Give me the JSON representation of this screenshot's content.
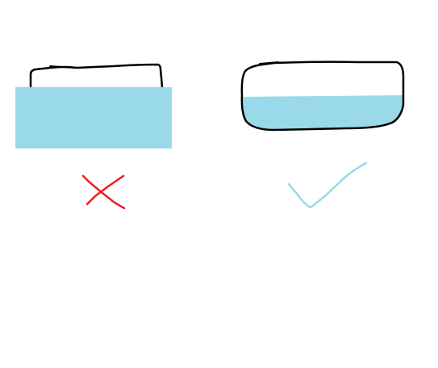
{
  "colors": {
    "background": "#ffffff",
    "outline": "#000000",
    "fill": "#99d9ea",
    "wrong_mark": "#ed1c24",
    "right_mark": "#99d9ea"
  },
  "panels": [
    {
      "name": "incorrect-example",
      "verdict": "wrong",
      "mark_icon": "cross-icon"
    },
    {
      "name": "correct-example",
      "verdict": "right",
      "mark_icon": "checkmark-icon"
    }
  ]
}
